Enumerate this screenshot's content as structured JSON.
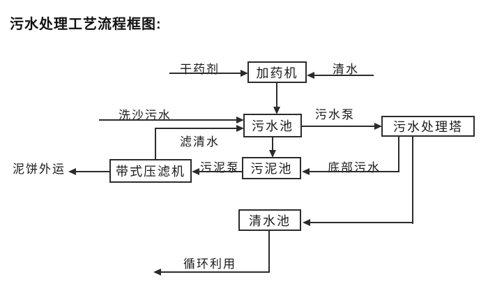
{
  "title": "污水处理工艺流程框图:",
  "nodes": {
    "dosing_machine": "加药机",
    "sewage_pool": "污水池",
    "treatment_tower": "污水处理塔",
    "sludge_pool": "污泥池",
    "belt_filter_press": "带式压滤机",
    "clean_water_pool": "清水池"
  },
  "labels": {
    "dry_agent": "干药剂",
    "clean_water": "清水",
    "sand_washing_sewage": "洗沙污水",
    "filtered_water": "滤清水",
    "sewage_pump": "污水泵",
    "sludge_pump": "污泥泵",
    "bottom_sewage": "底部污水",
    "mud_cake_outbound": "泥饼外运",
    "recycling": "循环利用"
  },
  "flow": [
    "干药剂 -> 加药机",
    "清水 -> 加药机",
    "加药机 -> 污水池",
    "洗沙污水 -> 污水池",
    "带式压滤机 -(滤清水)-> 污水池",
    "污水池 -(污水泵)-> 污水处理塔",
    "污水池 -> 污泥池",
    "污水处理塔 -(底部污水)-> 污泥池",
    "污泥池 -(污泥泵)-> 带式压滤机",
    "带式压滤机 -> 泥饼外运",
    "污水处理塔 -> 清水池",
    "清水池 -> 循环利用"
  ],
  "colors": {
    "background": "#ffffff",
    "line": "#2b2b2b",
    "text": "#1a1a1a",
    "box_border": "#2b2b2b",
    "box_fill": "#ffffff"
  }
}
